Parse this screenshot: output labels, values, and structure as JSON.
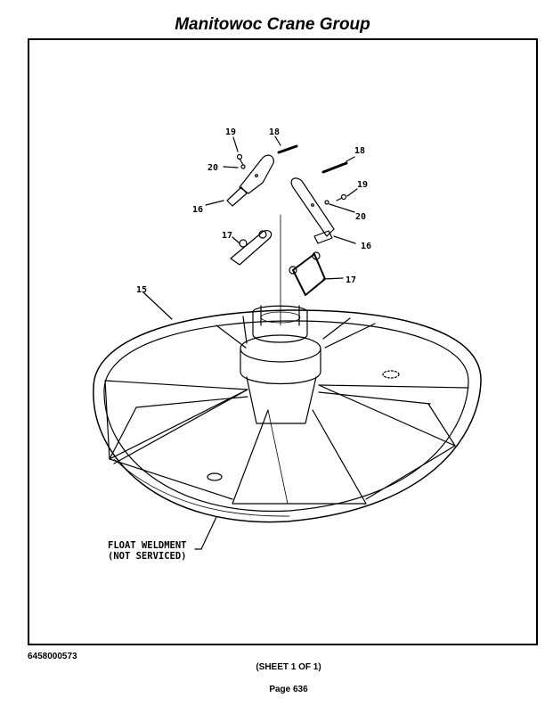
{
  "header": {
    "title": "Manitowoc Crane Group"
  },
  "drawing": {
    "callouts": {
      "c15": "15",
      "c16a": "16",
      "c16b": "16",
      "c17a": "17",
      "c17b": "17",
      "c18a": "18",
      "c18b": "18",
      "c19a": "19",
      "c19b": "19",
      "c20a": "20",
      "c20b": "20"
    },
    "float_label_line1": "FLOAT WELDMENT",
    "float_label_line2": "(NOT SERVICED)"
  },
  "footer": {
    "doc_number": "6458000573",
    "sheet": "(SHEET 1 OF 1)",
    "page": "Page 636"
  }
}
